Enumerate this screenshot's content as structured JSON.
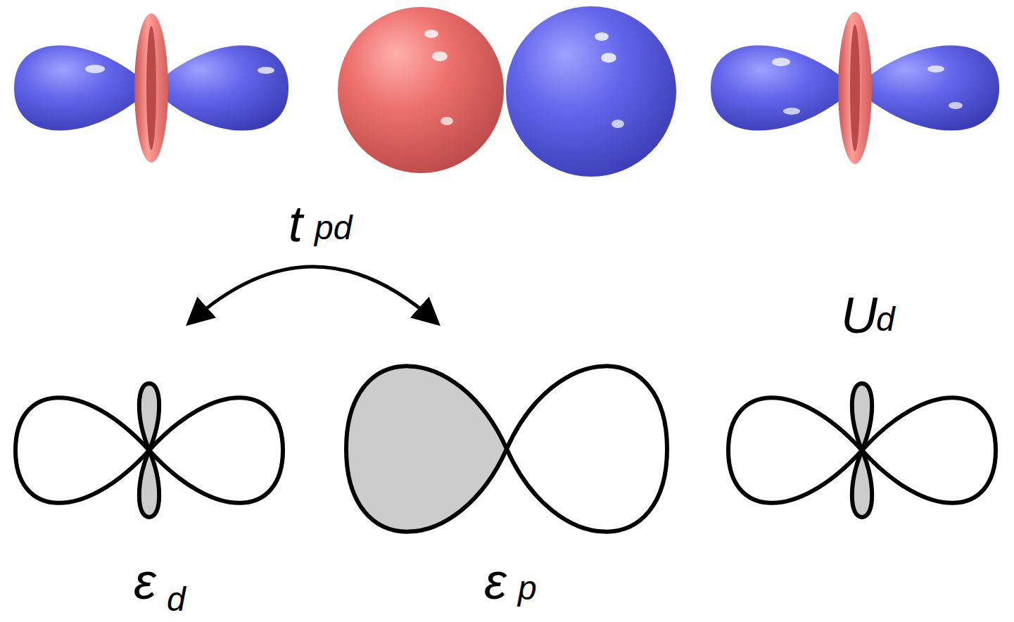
{
  "diagram": {
    "labels": [
      "t",
      "pd",
      "U",
      "d",
      "ε",
      "d",
      "ε",
      "p"
    ]
  }
}
